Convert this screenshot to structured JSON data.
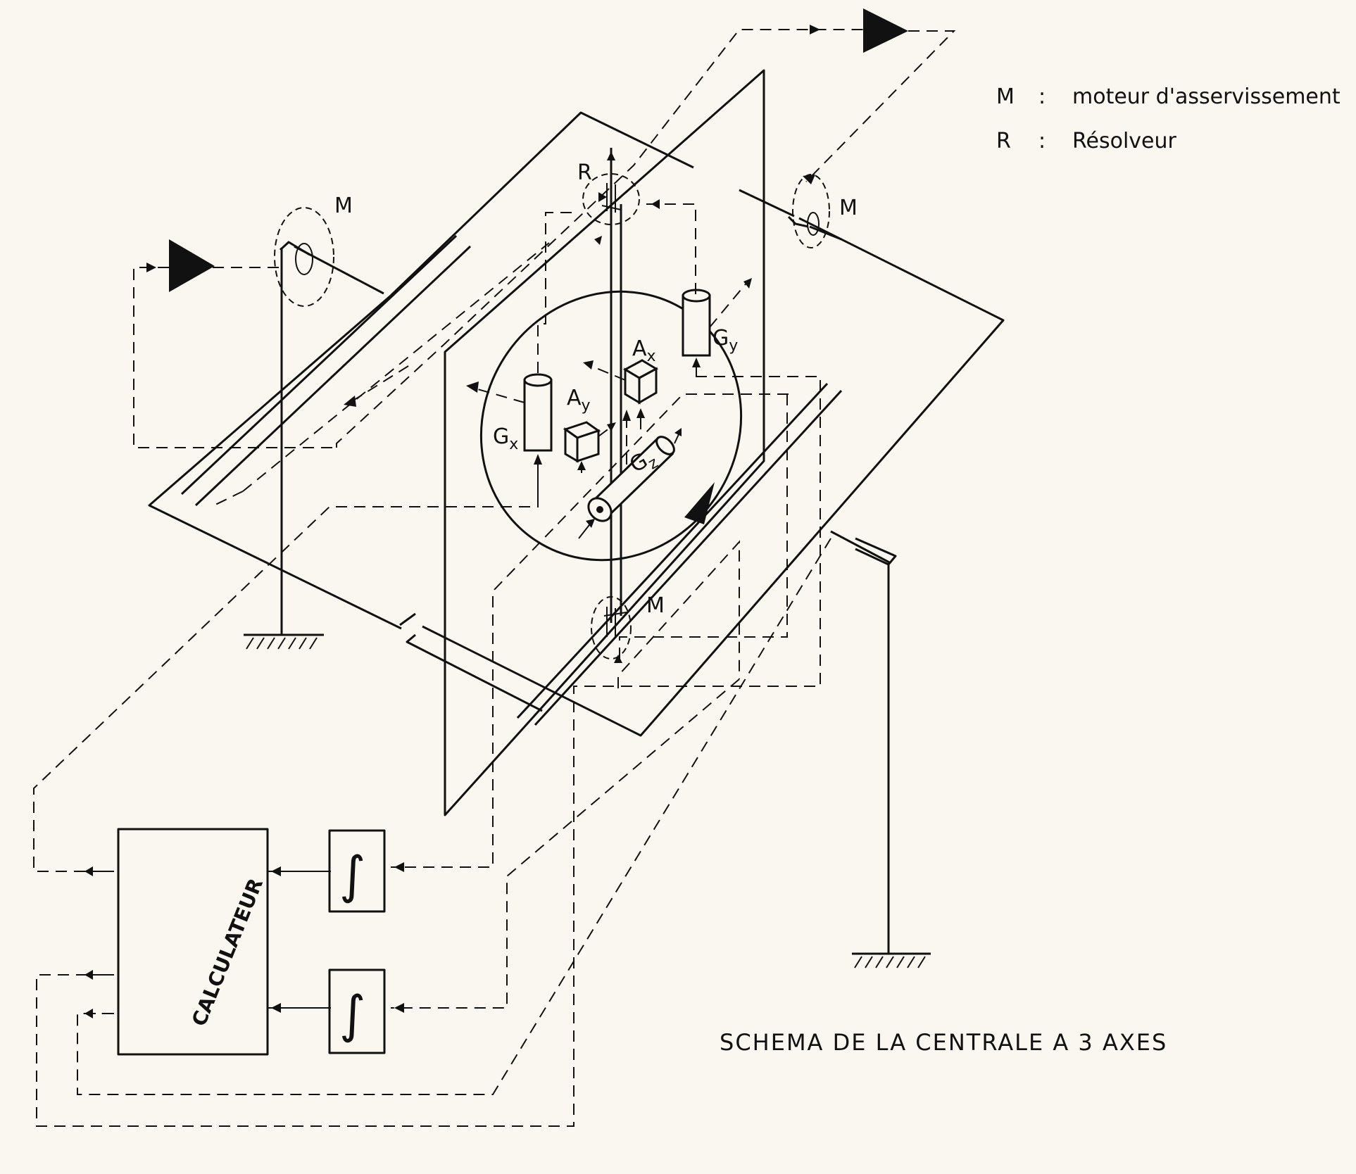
{
  "title": "SCHEMA DE LA CENTRALE A 3 AXES",
  "legend": [
    {
      "key": "M",
      "separator": ":",
      "text": "moteur d'asservissement"
    },
    {
      "key": "R",
      "separator": ":",
      "text": "Résolveur"
    }
  ],
  "labels": {
    "resolver": "R",
    "motor": "M",
    "gyro_x": "G",
    "gyro_x_sub": "x",
    "gyro_y": "G",
    "gyro_y_sub": "y",
    "gyro_z": "G",
    "gyro_z_sub": "z",
    "accel_x": "A",
    "accel_x_sub": "x",
    "accel_y": "A",
    "accel_y_sub": "y",
    "computer": "CALCULATEUR",
    "integrator": "∫"
  }
}
